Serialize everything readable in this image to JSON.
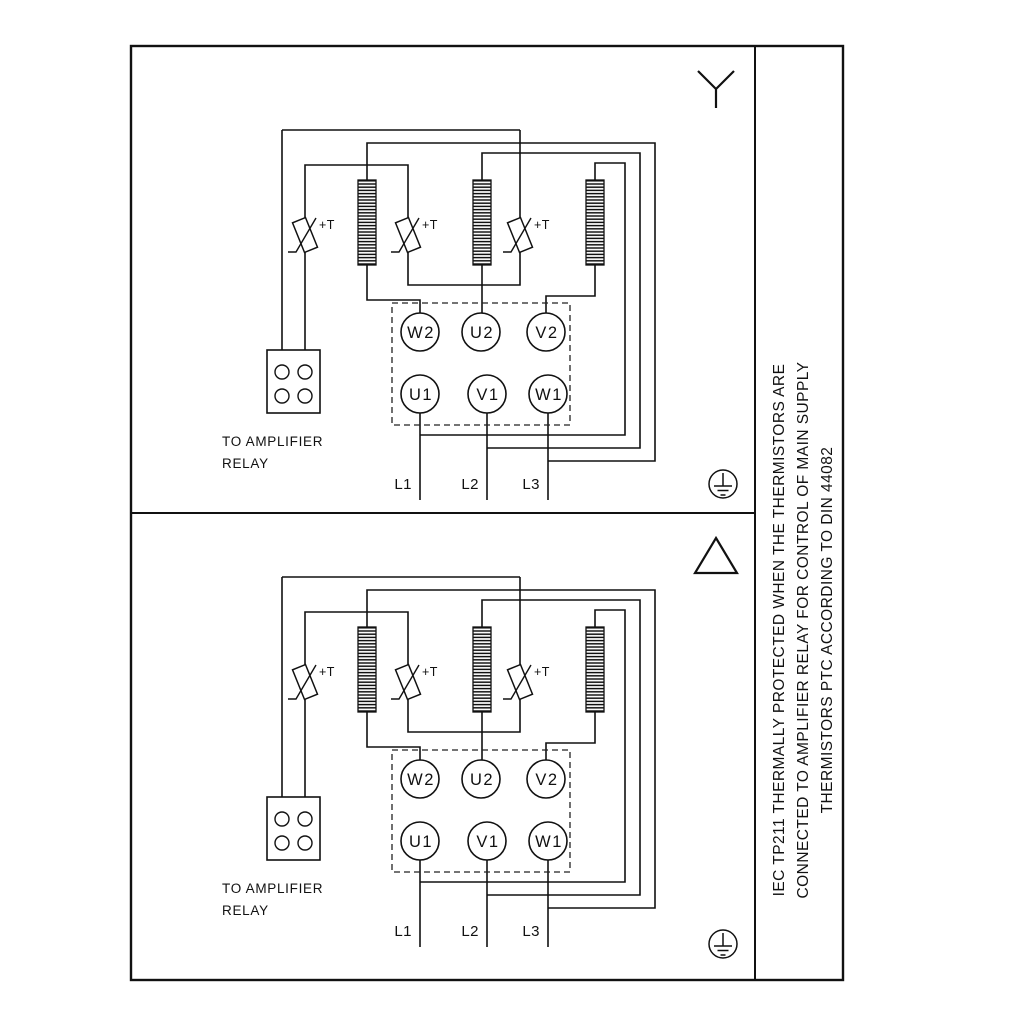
{
  "sidebar_note": {
    "lines": [
      "IEC TP211 THERMALLY PROTECTED WHEN THE THERMISTORS ARE",
      "CONNECTED TO AMPLIFIER RELAY FOR CONTROL OF MAIN SUPPLY",
      "THERMISTORS PTC ACCORDING TO DIN 44082"
    ]
  },
  "panels": [
    {
      "connection": "star",
      "connection_icon": "star-icon",
      "terminals_top": [
        "W2",
        "U2",
        "V2"
      ],
      "terminals_bottom": [
        "U1",
        "V1",
        "W1"
      ],
      "supply": [
        "L1",
        "L2",
        "L3"
      ],
      "thermistor_label": "+T",
      "relay_caption": [
        "TO AMPLIFIER",
        "RELAY"
      ]
    },
    {
      "connection": "delta",
      "connection_icon": "delta-icon",
      "terminals_top": [
        "W2",
        "U2",
        "V2"
      ],
      "terminals_bottom": [
        "U1",
        "V1",
        "W1"
      ],
      "supply": [
        "L1",
        "L2",
        "L3"
      ],
      "thermistor_label": "+T",
      "relay_caption": [
        "TO AMPLIFIER",
        "RELAY"
      ]
    }
  ],
  "icons": {
    "top_panel_connection": "star-icon",
    "bottom_panel_connection": "delta-icon",
    "ground": "ground-icon",
    "thermistor": "thermistor-icon"
  },
  "colors": {
    "ink": "#111111",
    "background": "#ffffff"
  }
}
